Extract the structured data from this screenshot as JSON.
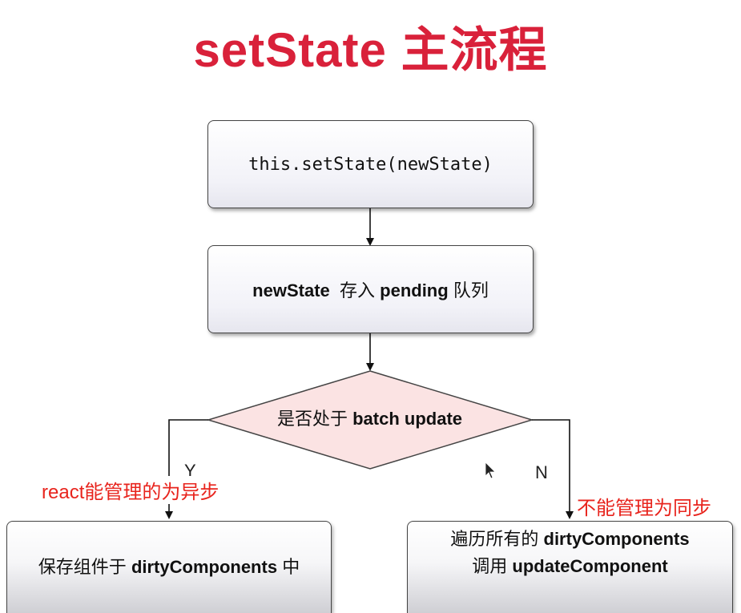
{
  "title": "setState 主流程",
  "colors": {
    "title": "#d9213a",
    "note": "#e8241d",
    "diamond_fill": "#fbe3e3",
    "line": "#111111"
  },
  "nodes": {
    "start": "this.setState(newState)",
    "pending": {
      "part1": "newState",
      "part2": "存入",
      "part3": "pending",
      "part4": "队列"
    },
    "decision": {
      "part1": "是否处于",
      "part2": "batch update"
    },
    "yes_box": {
      "part1": "保存组件于",
      "part2": "dirtyComponents",
      "part3": "中"
    },
    "no_box": {
      "line1_part1": "遍历所有的",
      "line1_part2": "dirtyComponents",
      "line2_part1": "调用",
      "line2_part2": "updateComponent"
    }
  },
  "edge_labels": {
    "yes": "Y",
    "no": "N"
  },
  "annotations": {
    "left": "react能管理的为异步",
    "right": "不能管理为同步"
  }
}
